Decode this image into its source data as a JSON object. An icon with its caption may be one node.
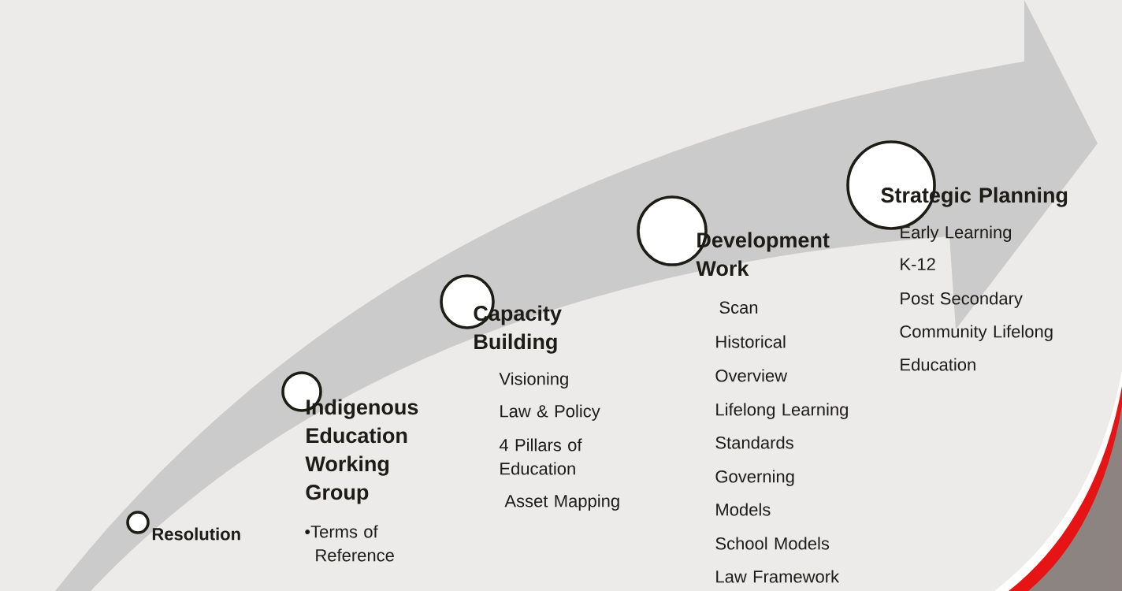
{
  "diagram": {
    "nodes": [
      {
        "text": [
          "Resolution"
        ]
      },
      {
        "text": [
          "Indigenous Education Working Group"
        ]
      },
      {
        "text": [
          "Capacity Building"
        ]
      },
      {
        "text": [
          "Development Work"
        ]
      },
      {
        "text": [
          "Strategic Planning"
        ]
      }
    ],
    "labels": [
      "•Terms of Reference",
      "Visioning",
      "Law & Policy",
      "4 Pillars of Education",
      "Asset Mapping",
      "Scan",
      "Historical",
      "Overview",
      "Lifelong Learning",
      "Standards",
      "Governing",
      "Models",
      "School Models",
      "Law Framework",
      "Early Learning",
      "K-12",
      "Post Secondary",
      "Community Lifelong",
      "Education"
    ]
  }
}
